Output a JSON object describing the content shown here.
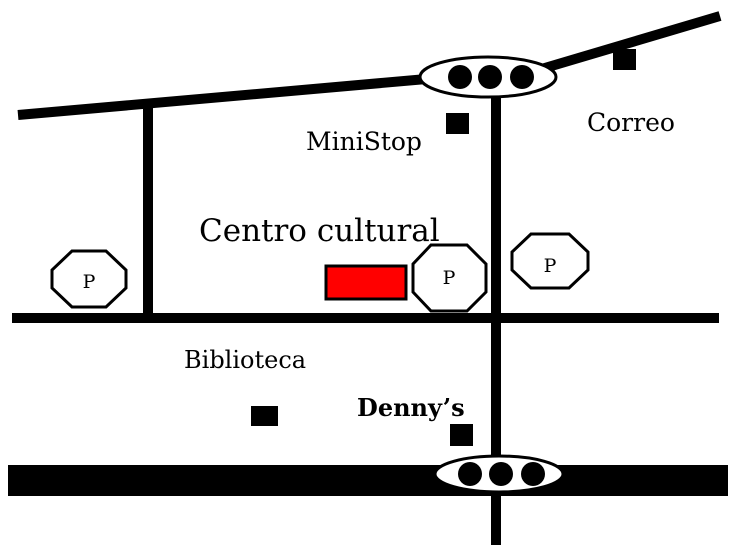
{
  "labels": {
    "ministop": "MiniStop",
    "correo": "Correo",
    "centro": "Centro cultural",
    "biblioteca": "Biblioteca",
    "dennys": "Denny’s"
  },
  "parking": {
    "label": "P"
  },
  "colors": {
    "road": "#000000",
    "background": "#ffffff",
    "destination": "#ff0000"
  },
  "icons": [
    "traffic-light-icon",
    "parking-icon",
    "building-marker-icon",
    "destination-marker-icon"
  ]
}
